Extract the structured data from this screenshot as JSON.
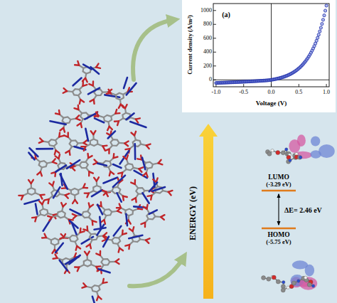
{
  "diagram": {
    "labels": [
      "(a)",
      "Current density (A/m²)",
      "1000",
      "800",
      "600",
      "400",
      "200",
      "0",
      "-1.0",
      "-0.5",
      "0.0",
      "0.5",
      "1.0",
      "Voltage (V)",
      "ENERGY (eV)",
      "LUMO",
      "(-3.29 eV)",
      "ΔE= 2.46 eV",
      "HOMO",
      "(-5.75 eV)"
    ]
  }
}
